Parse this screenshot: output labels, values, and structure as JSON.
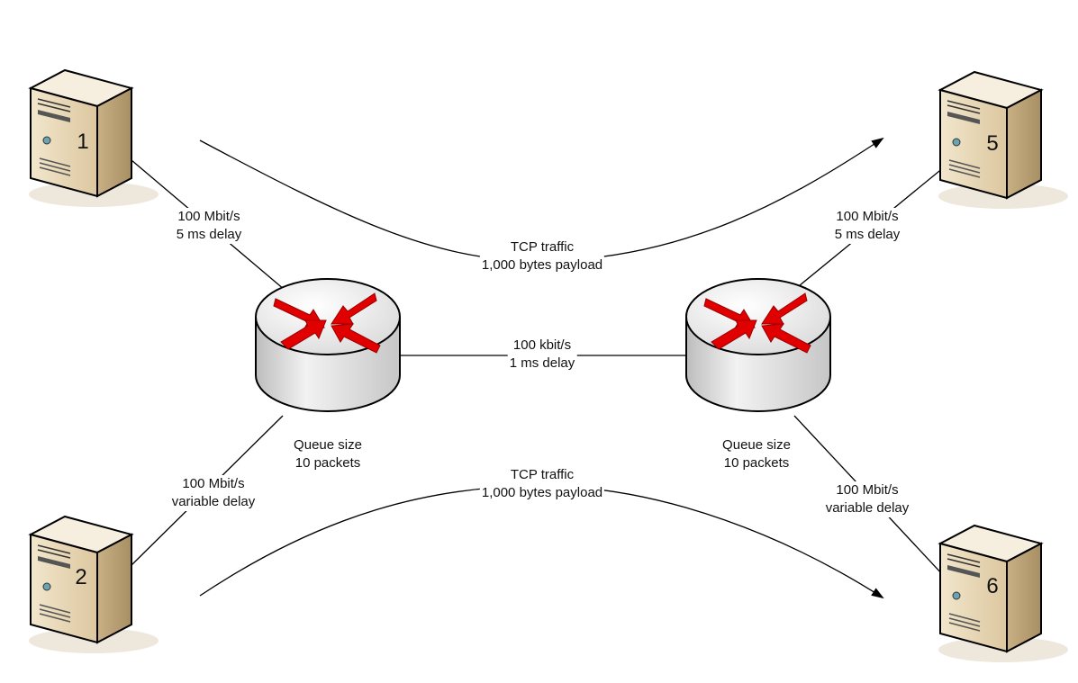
{
  "servers": [
    {
      "id": "server-1",
      "label": "1"
    },
    {
      "id": "server-2",
      "label": "2"
    },
    {
      "id": "server-5",
      "label": "5"
    },
    {
      "id": "server-6",
      "label": "6"
    }
  ],
  "routers": [
    {
      "id": "router-left",
      "queue_line1": "Queue size",
      "queue_line2": "10 packets"
    },
    {
      "id": "router-right",
      "queue_line1": "Queue size",
      "queue_line2": "10 packets"
    }
  ],
  "links": {
    "top_left": {
      "line1": "100 Mbit/s",
      "line2": "5 ms delay"
    },
    "bottom_left": {
      "line1": "100 Mbit/s",
      "line2": "variable delay"
    },
    "middle": {
      "line1": "100 kbit/s",
      "line2": "1 ms delay"
    },
    "top_right": {
      "line1": "100 Mbit/s",
      "line2": "5 ms delay"
    },
    "bottom_right": {
      "line1": "100 Mbit/s",
      "line2": "variable delay"
    }
  },
  "flows": {
    "top": {
      "line1": "TCP traffic",
      "line2": "1,000 bytes payload"
    },
    "bottom": {
      "line1": "TCP traffic",
      "line2": "1,000 bytes payload"
    }
  },
  "colors": {
    "server_front": "#e6d6b4",
    "server_side": "#cdb88f",
    "server_top": "#f3ead6",
    "router_body": "#d9d9d9",
    "router_top": "#f2f2f2",
    "arrow_red": "#e00000",
    "line": "#000000"
  }
}
